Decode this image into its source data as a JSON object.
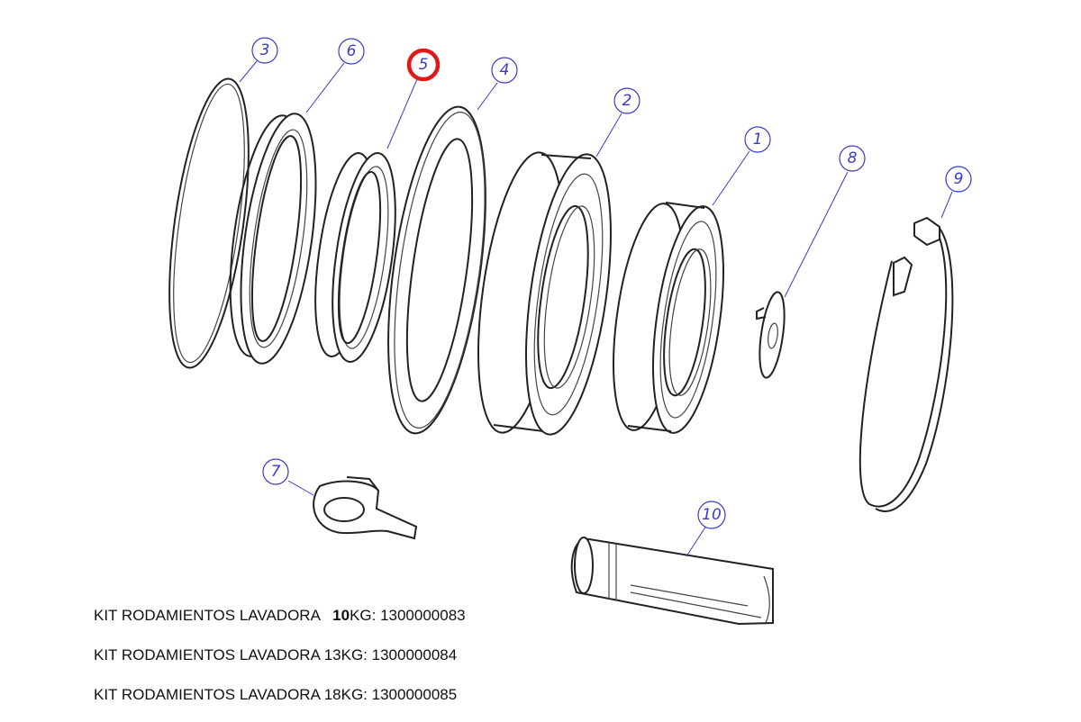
{
  "callouts": [
    "1",
    "2",
    "3",
    "4",
    "5",
    "6",
    "7",
    "8",
    "9",
    "10"
  ],
  "highlighted_callout": "5",
  "colors": {
    "callout": "#3b3bc4",
    "highlight": "#e01818",
    "line": "#222222"
  },
  "kits": [
    {
      "prefix": "KIT RODAMIENTOS LAVADORA   ",
      "kg": "10",
      "suffix": "KG: 1300000083"
    },
    {
      "prefix": "KIT RODAMIENTOS LAVADORA ",
      "kg": "13",
      "suffix": "KG: 1300000084"
    },
    {
      "prefix": "KIT RODAMIENTOS LAVADORA ",
      "kg": "18",
      "suffix": "KG: 1300000085"
    }
  ]
}
